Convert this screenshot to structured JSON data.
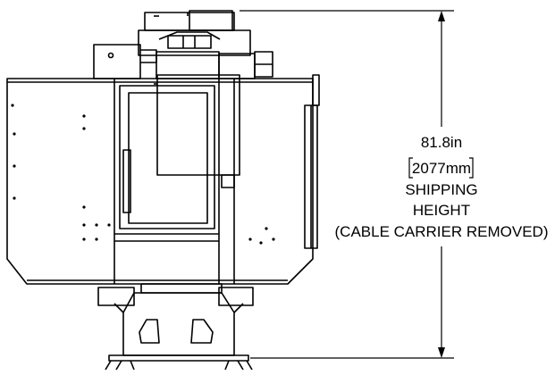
{
  "dimension": {
    "value_in": "81.8in",
    "value_mm": "2077mm",
    "line1": "SHIPPING",
    "line2": "HEIGHT",
    "note": "(CABLE CARRIER REMOVED)"
  },
  "colors": {
    "line": "#000000",
    "background": "#ffffff"
  }
}
